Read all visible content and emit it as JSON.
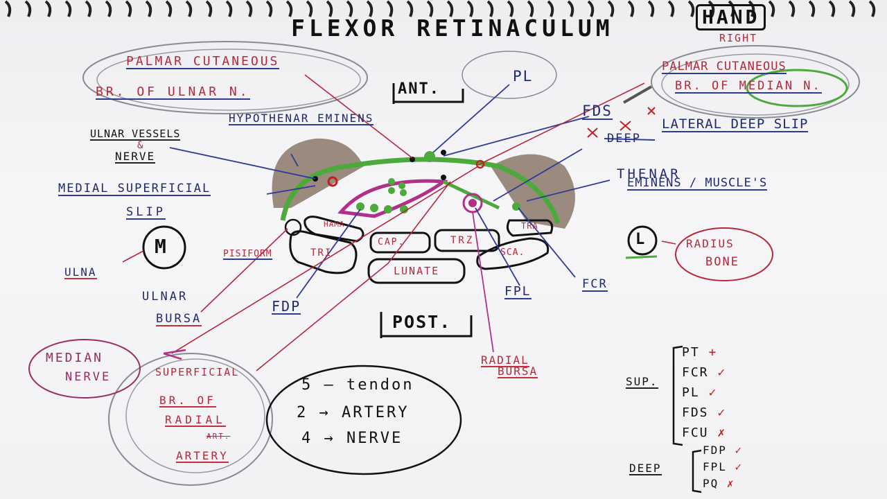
{
  "title": "FLEXOR RETINACULUM",
  "hand_label": "HAND",
  "right_label": "RIGHT",
  "ant_label": "ANT.",
  "post_label": "POST.",
  "pl_label": "PL",
  "fds_label": "FDS",
  "palmar_cut_ulnar": {
    "line1": "PALMAR CUTANEOUS",
    "line2": "BR. OF ULNAR N."
  },
  "palmar_cut_median": {
    "line1": "PALMAR CUTANEOUS",
    "line2": "BR. OF MEDIAN N."
  },
  "hypothenar": "HYPOTHENAR EMINENS",
  "ulnar_vessels": {
    "line1": "ULNAR VESSELS",
    "amp": "&",
    "line2": "NERVE"
  },
  "medial_slip": {
    "line1": "MEDIAL SUPERFICIAL",
    "line2": "SLIP"
  },
  "deep_struck": "DEEP",
  "lateral_slip": "LATERAL DEEP SLIP",
  "thenar": {
    "line1": "THENAR",
    "line2": "EMINENS / MUSCLE'S"
  },
  "m_label": "M",
  "l_label": "L",
  "ulna": "ULNA",
  "radius": {
    "line1": "RADIUS",
    "line2": "BONE"
  },
  "bones": {
    "hama": "HAMA",
    "cap": "CAP.",
    "trz": "TRZ.",
    "tra": "TRA",
    "tri": "TRI",
    "lunate": "LUNATE",
    "sca": "SCA.",
    "pisiform": "PISIFORM"
  },
  "ulnar_bursa": {
    "line1": "ULNAR",
    "line2": "BURSA"
  },
  "fdp": "FDP",
  "fpl": "FPL",
  "fcr": "FCR",
  "median_nerve": {
    "line1": "MEDIAN",
    "line2": "NERVE"
  },
  "superficial_radial": {
    "line1": "SUPERFICIAL",
    "line2": "BR. OF",
    "line3": "RADIAL",
    "line4": "ART.",
    "line5": "ARTERY"
  },
  "radial_bursa": {
    "line1": "RADIAL",
    "line2": "BURSA"
  },
  "summary": {
    "line1": "5 – tendon",
    "line2": "2 → ARTERY",
    "line3": "4 → NERVE"
  },
  "sup_label": "SUP.",
  "sup_items": [
    "PT",
    "FCR",
    "PL",
    "FDS",
    "FCU"
  ],
  "deep_label": "DEEP",
  "deep_items": [
    "FDP",
    "FPL",
    "PQ"
  ],
  "marks": {
    "check": "✓",
    "cross": "✗",
    "plus": "+"
  },
  "colors": {
    "navy": "#1f2a6e",
    "red": "#b5283a",
    "green": "#4caa3c",
    "magenta": "#b0308a",
    "brown": "#8a7a6a"
  }
}
